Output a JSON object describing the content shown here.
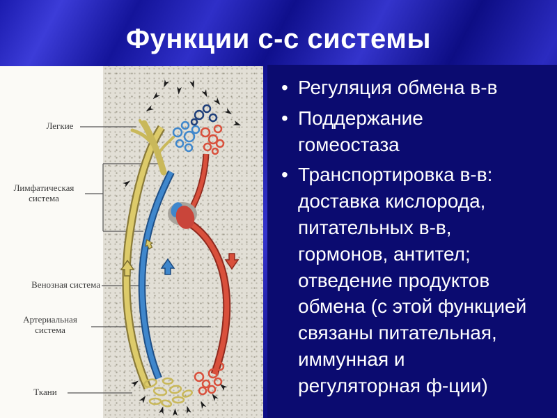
{
  "slide": {
    "title": "Функции с-с системы",
    "bullets": [
      {
        "text": "Регуляция обмена в-в"
      },
      {
        "text": "Поддержание гомеостаза"
      },
      {
        "text": "Транспортировка в-в: доставка кислорода, питательных в-в, гормонов, антител; отведение продуктов обмена (с этой функцией связаны питательная, иммунная и регуляторная ф-ции)"
      }
    ],
    "diagram": {
      "labels": {
        "lungs": "Легкие",
        "lymphatic": "Лимфатическая система",
        "venous": "Венозная система",
        "arterial": "Артериальная система",
        "tissues": "Ткани"
      },
      "colors": {
        "lymphatic_yellow": "#ddcb6a",
        "venous_blue": "#3f87cc",
        "arterial_red": "#d9503c"
      }
    }
  }
}
